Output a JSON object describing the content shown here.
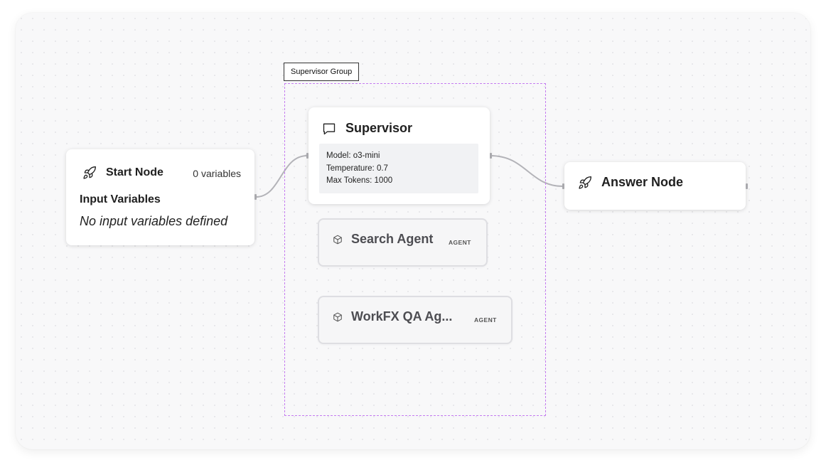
{
  "group": {
    "label": "Supervisor Group",
    "border_color": "#c57cf0"
  },
  "start_node": {
    "title": "Start Node",
    "variable_count": "0 variables",
    "section_title": "Input Variables",
    "empty_text": "No input variables defined",
    "icon": "rocket-icon"
  },
  "supervisor_node": {
    "title": "Supervisor",
    "icon": "chat-bubble-icon",
    "details": [
      "Model: o3-mini",
      "Temperature: 0.7",
      "Max Tokens: 1000"
    ]
  },
  "agents": [
    {
      "name": "Search Agent",
      "badge": "AGENT",
      "icon": "cube-icon"
    },
    {
      "name": "WorkFX QA Ag...",
      "badge": "AGENT",
      "icon": "cube-icon"
    }
  ],
  "answer_node": {
    "title": "Answer Node",
    "icon": "rocket-icon"
  },
  "colors": {
    "edge": "#b3b3b8",
    "canvas_bg": "#f8f8f9",
    "node_bg": "#ffffff"
  }
}
